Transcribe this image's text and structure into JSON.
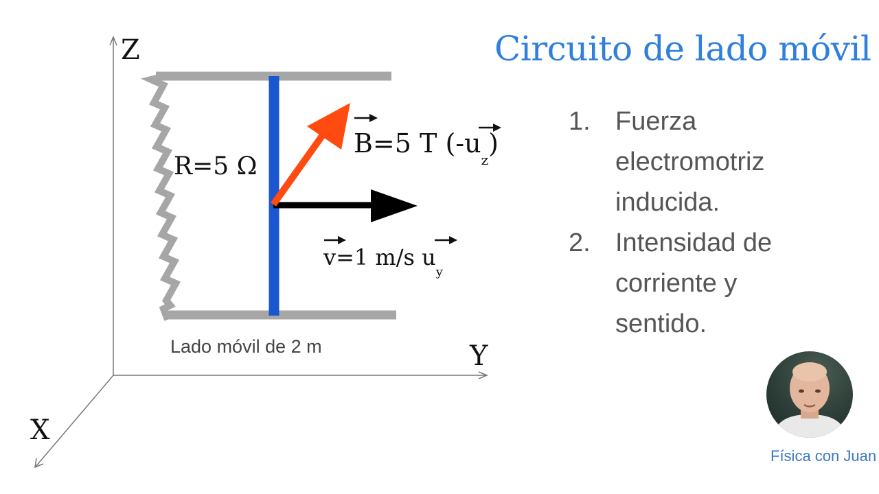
{
  "title": "Circuito de lado móvil",
  "diagram": {
    "axis_z": "Z",
    "axis_y": "Y",
    "axis_x": "X",
    "resistor_label": "R=5 Ω",
    "field_label": {
      "main": "B=5 T (-u",
      "sub": "z",
      "close": ")"
    },
    "velocity_label": {
      "main": "v=1 m/s u",
      "sub": "y"
    },
    "side_label": "Lado móvil de 2 m"
  },
  "questions": [
    {
      "num": "1.",
      "text": "Fuerza electromotriz inducida."
    },
    {
      "num": "2.",
      "text": "Intensidad de corriente y sentido."
    }
  ],
  "credit": "Física con Juan",
  "colors": {
    "title": "#2f7fdc",
    "rail": "#a6a6a6",
    "bar": "#1a56cf",
    "field_arrow": "#ff4a10",
    "velocity_arrow": "#000000",
    "credit": "#3b76c4"
  }
}
